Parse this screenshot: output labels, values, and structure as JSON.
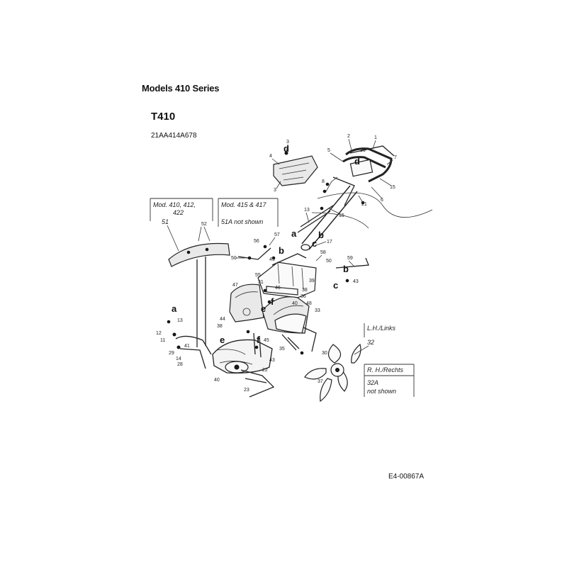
{
  "header": {
    "series_title": "Models 410 Series",
    "model_title": "T410",
    "model_code": "21AA414A678"
  },
  "callout_boxes": {
    "mod_410": {
      "line1": "Mod. 410, 412,",
      "line2": "422"
    },
    "mod_415": {
      "line1": "Mod. 415 & 417",
      "line2": "51A  not shown"
    },
    "lh": {
      "text": "L.H./Links"
    },
    "rh": {
      "line1": "R. H./Rechts",
      "line2": "32A",
      "line3": "not shown"
    }
  },
  "ref_letters": {
    "a1": "a",
    "a2": "a",
    "b1": "b",
    "b2": "b",
    "b3": "b",
    "c1": "c",
    "c2": "c",
    "d1": "d",
    "d2": "d",
    "e1": "e",
    "e2": "e",
    "f1": "f",
    "f2": "f"
  },
  "part_numbers": {
    "p3a": "3",
    "p4": "4",
    "p3b": "3",
    "p2": "2",
    "p5": "5",
    "p16": "16",
    "p7": "7",
    "p1": "1",
    "p8": "8",
    "p6": "6",
    "p15a": "15",
    "p21": "21",
    "p15b": "15",
    "p13a": "13",
    "p17": "17",
    "p57": "57",
    "p56": "56",
    "p43a": "43",
    "p50a": "50",
    "p58": "58",
    "p59": "59",
    "p50b": "50",
    "p55": "55",
    "p39": "39",
    "p43b": "43",
    "p31": "31",
    "p46": "46",
    "p38a": "38",
    "p36": "36",
    "p47": "47",
    "p40a": "40",
    "p48": "48",
    "p33": "33",
    "p44": "44",
    "p38b": "38",
    "p13b": "13",
    "p12": "12",
    "p11": "11",
    "p41": "41",
    "p29": "29",
    "p14": "14",
    "p28": "28",
    "p40b": "40",
    "p43c": "43",
    "p45": "45",
    "p35": "35",
    "p22": "22",
    "p23": "23",
    "p32": "32",
    "p30": "30",
    "p37": "37",
    "p51": "51",
    "p52": "52"
  },
  "footer": {
    "doc_code": "E4-00867A"
  }
}
